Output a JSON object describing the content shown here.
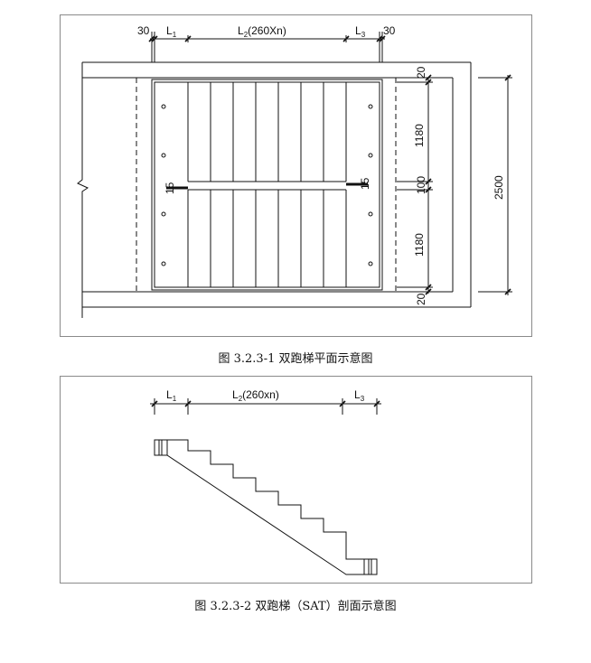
{
  "plan": {
    "caption": "图 3.2.3-1  双跑梯平面示意图",
    "dim_left_30": "30",
    "dim_right_30": "30",
    "l1": "L",
    "l1_sub": "1",
    "l2": "L",
    "l2_sub": "2",
    "l2_suffix": "(260Xn)",
    "l3": "L",
    "l3_sub": "3",
    "dim_20_top": "20",
    "dim_1180_top": "1180",
    "dim_100": "100",
    "dim_1180_bottom": "1180",
    "dim_20_bottom": "20",
    "dim_2500": "2500",
    "dim_15_left": "15",
    "dim_15_right": "15"
  },
  "section": {
    "caption": "图 3.2.3-2  双跑梯（SAT）剖面示意图",
    "l1": "L",
    "l1_sub": "1",
    "l2": "L",
    "l2_sub": "2",
    "l2_suffix": "(260xn)",
    "l3": "L",
    "l3_sub": "3"
  }
}
